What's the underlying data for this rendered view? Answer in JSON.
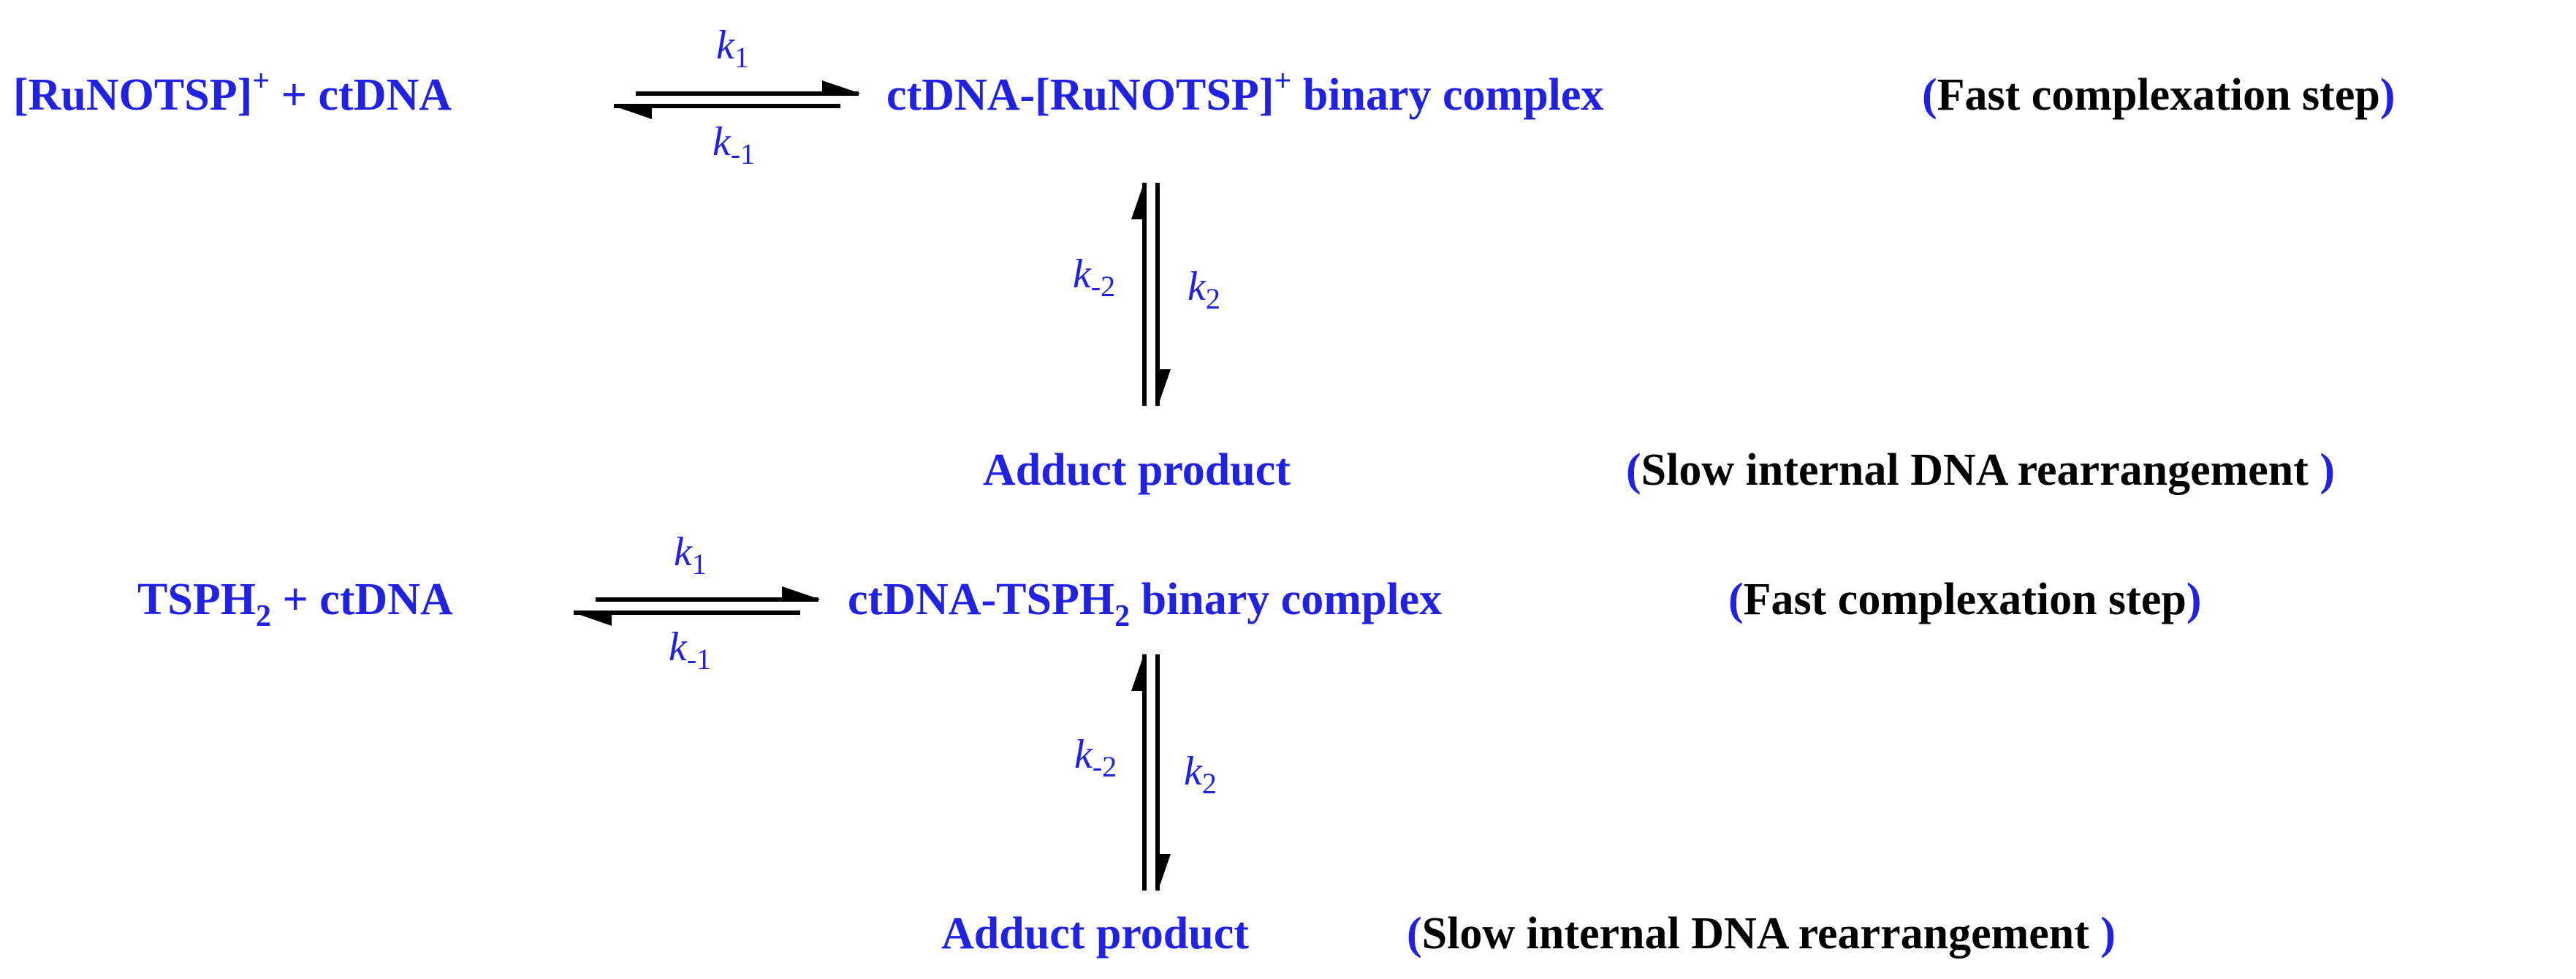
{
  "colors": {
    "species": "#2121e6",
    "note": "#000000"
  },
  "scheme1": {
    "reactant_main": "[RuNOTSP]",
    "reactant_sup": "+",
    "reactant_rest": " + ctDNA",
    "k_forward": "k",
    "k_forward_sub": "1",
    "k_reverse": "k",
    "k_reverse_sub": "-1",
    "complex_main": "ctDNA-[RuNOTSP]",
    "complex_sup": "+",
    "complex_rest": " binary complex",
    "step1_open": "(",
    "step1_text": "Fast complexation step",
    "step1_close": ")",
    "k_down": "k",
    "k_down_sub": "2",
    "k_up": "k",
    "k_up_sub": "-2",
    "product": "Adduct product",
    "step2_open": "(",
    "step2_text": "Slow internal DNA rearrangement ",
    "step2_close": ")"
  },
  "scheme2": {
    "reactant_main": "TSPH",
    "reactant_sub": "2",
    "reactant_rest": " + ctDNA",
    "k_forward": "k",
    "k_forward_sub": "1",
    "k_reverse": "k",
    "k_reverse_sub": "-1",
    "complex_main": "ctDNA-TSPH",
    "complex_sub": "2",
    "complex_rest": " binary complex",
    "step1_open": "(",
    "step1_text": "Fast complexation step",
    "step1_close": ")",
    "k_down": "k",
    "k_down_sub": "2",
    "k_up": "k",
    "k_up_sub": "-2",
    "product": "Adduct product",
    "step2_open": "(",
    "step2_text": "Slow internal DNA rearrangement ",
    "step2_close": ")"
  }
}
